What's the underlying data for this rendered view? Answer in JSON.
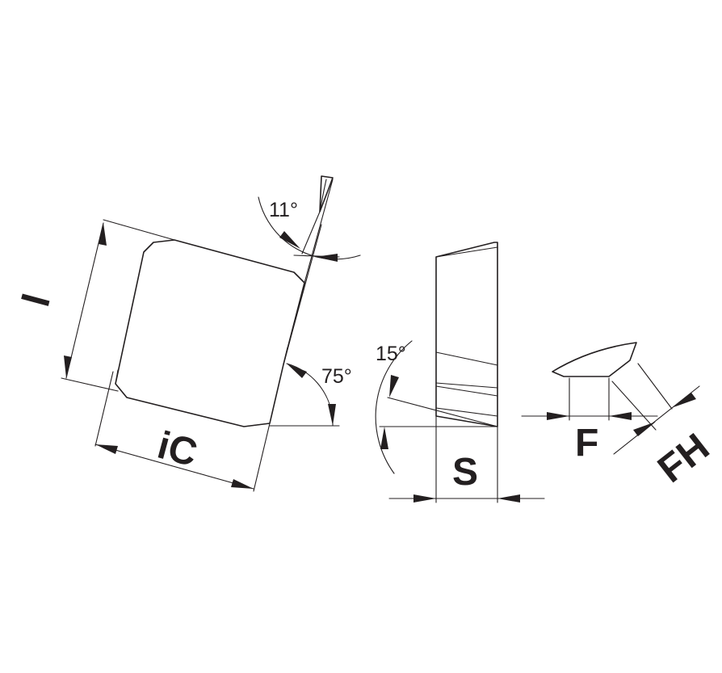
{
  "labels": {
    "l": "l",
    "ic": "iC",
    "s": "S",
    "f": "F",
    "fh": "FH",
    "angle_clearance": "11°",
    "angle_lead": "75°",
    "angle_side": "15°"
  },
  "colors": {
    "line": "#231f20",
    "background": "#ffffff"
  }
}
